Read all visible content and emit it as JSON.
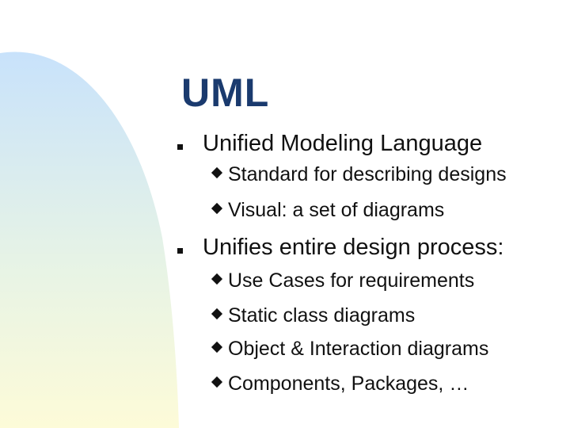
{
  "slide": {
    "title": "UML",
    "bullets": [
      {
        "text": "Unified Modeling Language",
        "sub": [
          "Standard for describing designs",
          "Visual: a set of diagrams"
        ]
      },
      {
        "text": "Unifies entire design process:",
        "sub": [
          "Use Cases for requirements",
          "Static class diagrams",
          "Object & Interaction diagrams",
          "Components, Packages, …"
        ]
      }
    ]
  },
  "colors": {
    "title": "#1a3a6e",
    "gradient_top": "#c8e2fb",
    "gradient_bottom": "#fdfbd8"
  },
  "icons": {
    "level1_bullet": "square-bullet-icon",
    "level2_bullet": "diamond-bullet-icon"
  }
}
